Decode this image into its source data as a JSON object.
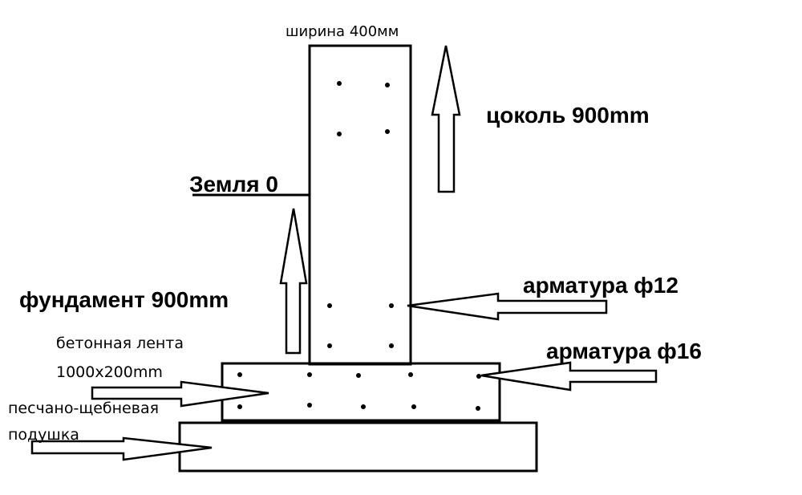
{
  "labels": {
    "width": "ширина 400мм",
    "plinth": "цоколь 900mm",
    "ground": "Земля 0",
    "foundation": "фундамент 900mm",
    "rebar12": "арматура ф12",
    "rebar16": "арматура ф16",
    "strip_line1": "бетонная лента",
    "strip_line2": "1000x200mm",
    "cushion_line1": "песчано-щебневая",
    "cushion_line2": "подушка"
  }
}
